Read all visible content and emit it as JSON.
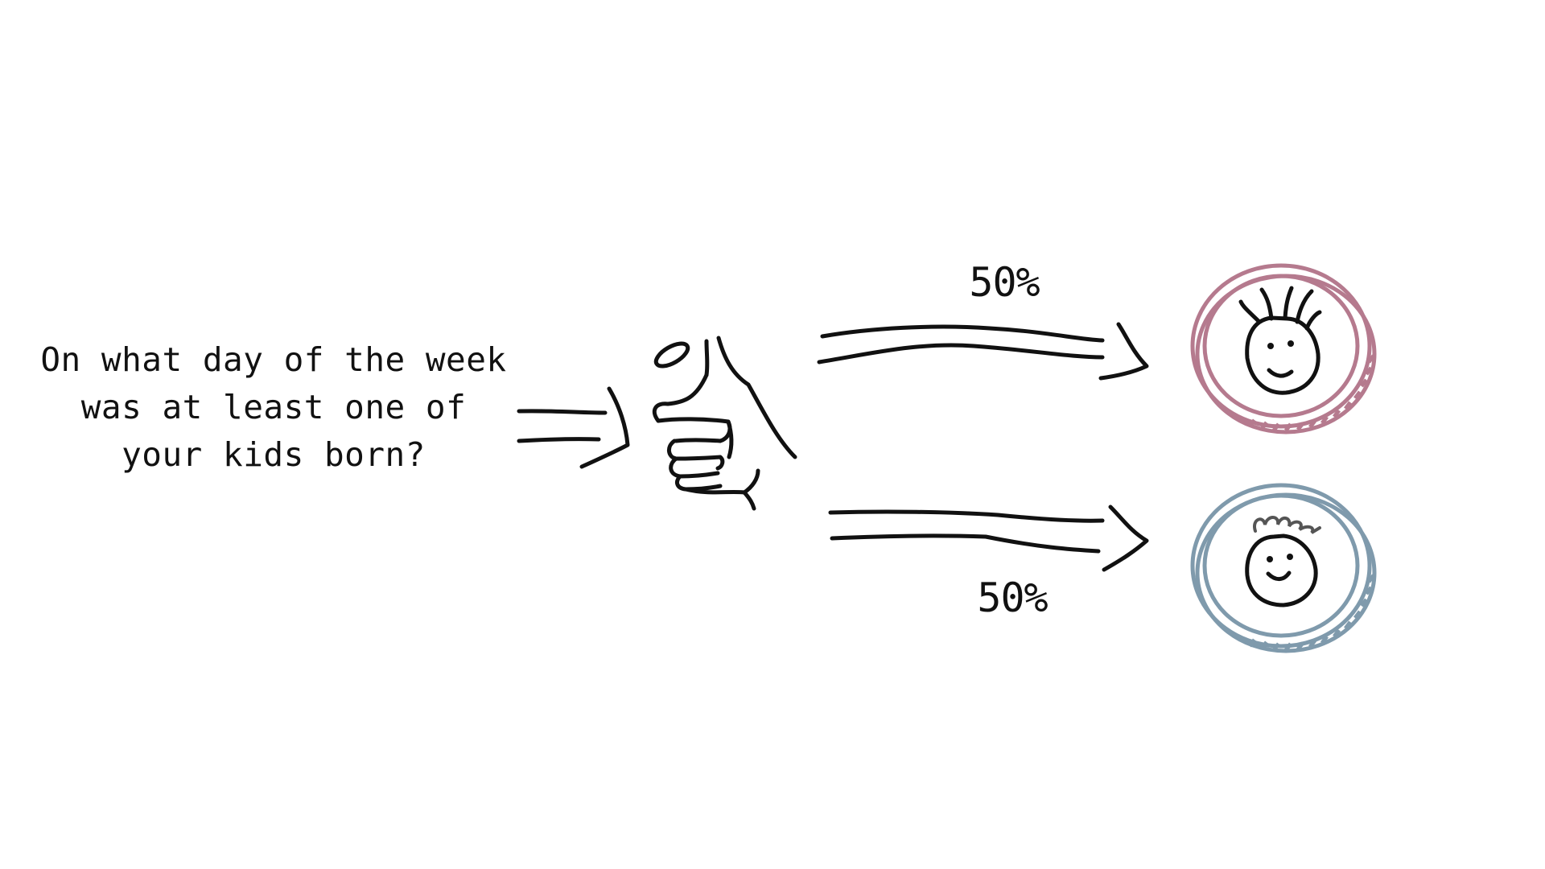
{
  "question": {
    "lines": [
      "On what day of the week",
      "was at least one of",
      "your kids born?"
    ]
  },
  "outcomes": {
    "top": {
      "percent": "50%",
      "color": "#b57a8e",
      "icon": "boy-face-coin-icon"
    },
    "bottom": {
      "percent": "50%",
      "color": "#7f9aac",
      "icon": "girl-face-coin-icon"
    }
  },
  "center_icon": "thumb-flipping-coin-icon"
}
